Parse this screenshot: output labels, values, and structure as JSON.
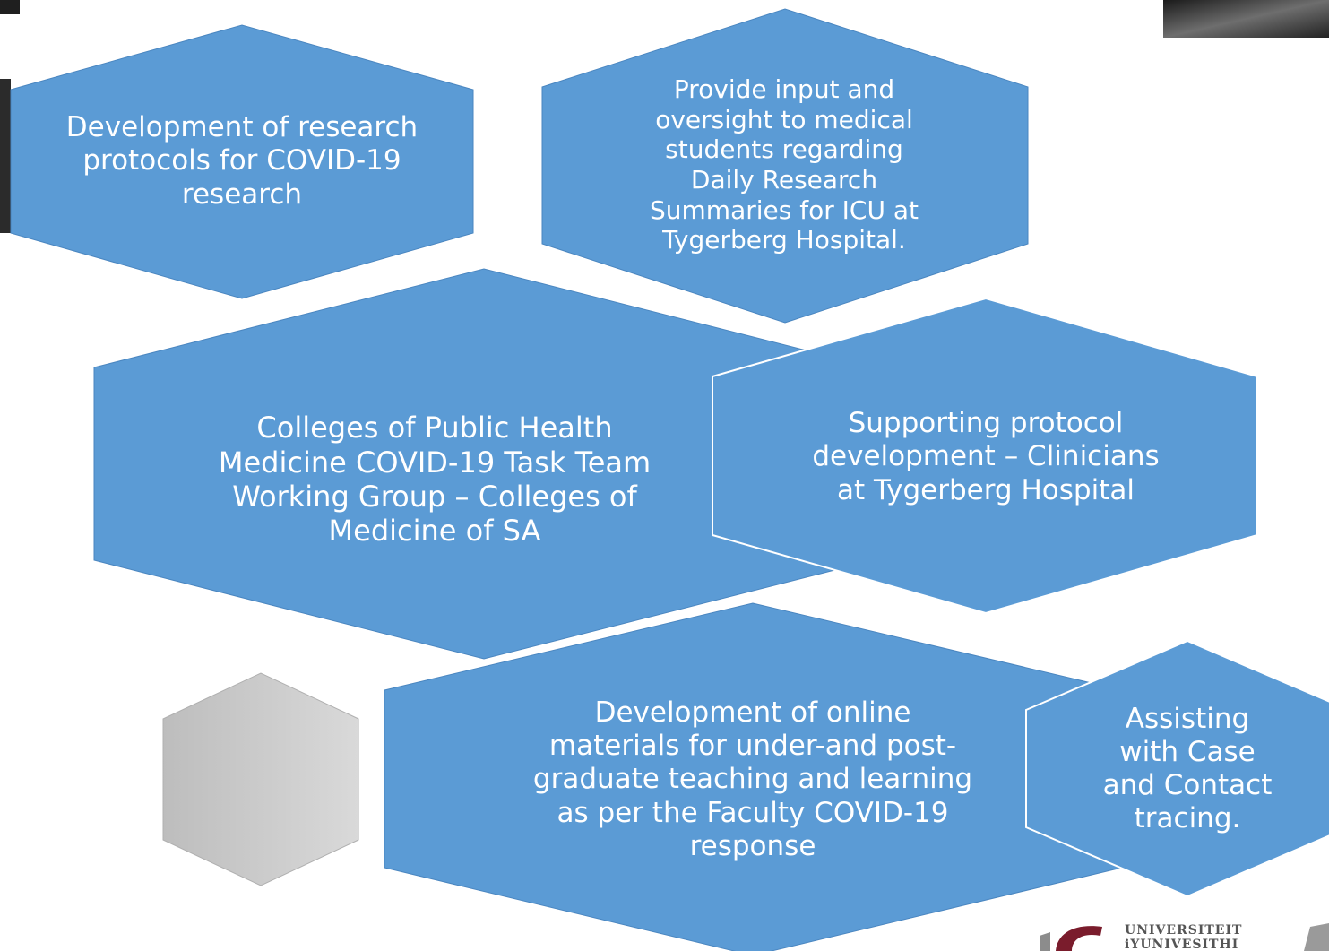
{
  "colors": {
    "hex_fill": "#5B9BD5",
    "hex_stroke": "#ffffff",
    "grey_fill": "#c8c8c8",
    "text": "#ffffff"
  },
  "hexagons": [
    {
      "id": "research-protocols",
      "text": "Development of research\nprotocols for COVID-19\nresearch"
    },
    {
      "id": "input-oversight",
      "text": "Provide input and\noversight to medical\nstudents regarding\nDaily Research\nSummaries for ICU at\nTygerberg Hospital."
    },
    {
      "id": "colleges-task-team",
      "text": "Colleges of Public Health\nMedicine COVID-19 Task Team\nWorking Group – Colleges of\nMedicine of SA"
    },
    {
      "id": "supporting-protocol",
      "text": "Supporting protocol\ndevelopment – Clinicians\nat Tygerberg Hospital"
    },
    {
      "id": "online-materials",
      "text": "Development of online\nmaterials for under-and post-\ngraduate teaching and learning\nas per the Faculty COVID-19\nresponse"
    },
    {
      "id": "contact-tracing",
      "text": "Assisting\nwith Case\nand Contact\ntracing."
    }
  ],
  "logo": {
    "line1": "UNIVERSITEIT",
    "line2": "iYUNIVESITHI"
  }
}
